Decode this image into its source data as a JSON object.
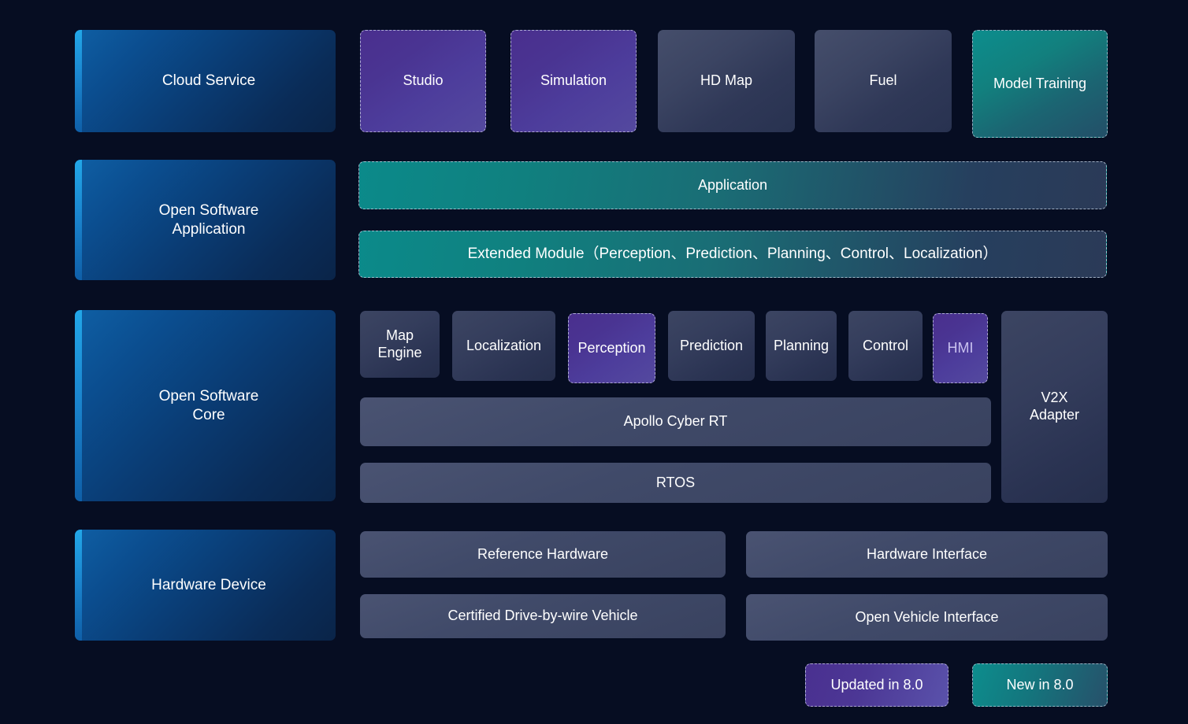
{
  "background_color": "#060d22",
  "layers": [
    {
      "id": "cloud-service",
      "label": "Cloud Service"
    },
    {
      "id": "open-software-application",
      "label": "Open Software\nApplication"
    },
    {
      "id": "open-software-core",
      "label": "Open Software\nCore"
    },
    {
      "id": "hardware-device",
      "label": "Hardware Device"
    }
  ],
  "cloud_row": [
    {
      "id": "studio",
      "label": "Studio",
      "style": "updated"
    },
    {
      "id": "simulation",
      "label": "Simulation",
      "style": "updated"
    },
    {
      "id": "hd-map",
      "label": "HD Map",
      "style": "normal"
    },
    {
      "id": "fuel",
      "label": "Fuel",
      "style": "normal"
    },
    {
      "id": "model-training",
      "label": "Model Training",
      "style": "new"
    }
  ],
  "application_row": [
    {
      "id": "application",
      "label": "Application",
      "style": "new"
    },
    {
      "id": "extended-module",
      "label": "Extended Module（Perception、Prediction、Planning、Control、Localization）",
      "style": "new"
    }
  ],
  "core_modules": [
    {
      "id": "map-engine",
      "label": "Map\nEngine",
      "style": "normal"
    },
    {
      "id": "localization",
      "label": "Localization",
      "style": "normal"
    },
    {
      "id": "perception",
      "label": "Perception",
      "style": "updated"
    },
    {
      "id": "prediction",
      "label": "Prediction",
      "style": "normal"
    },
    {
      "id": "planning",
      "label": "Planning",
      "style": "normal"
    },
    {
      "id": "control",
      "label": "Control",
      "style": "normal"
    },
    {
      "id": "hmi",
      "label": "HMI",
      "style": "updated"
    }
  ],
  "core_stack": [
    {
      "id": "apollo-cyber-rt",
      "label": "Apollo Cyber RT"
    },
    {
      "id": "rtos",
      "label": "RTOS"
    }
  ],
  "v2x_adapter": {
    "id": "v2x-adapter",
    "label": "V2X\nAdapter"
  },
  "hardware_row": [
    {
      "id": "reference-hardware",
      "label": "Reference Hardware"
    },
    {
      "id": "hardware-interface",
      "label": "Hardware Interface"
    },
    {
      "id": "certified-drive-by-wire",
      "label": "Certified Drive-by-wire Vehicle"
    },
    {
      "id": "open-vehicle-interface",
      "label": "Open Vehicle Interface"
    }
  ],
  "legend": [
    {
      "id": "updated-in-8",
      "label": "Updated in 8.0",
      "color": "#4c3795"
    },
    {
      "id": "new-in-8",
      "label": "New in 8.0",
      "color": "#14757d"
    }
  ]
}
